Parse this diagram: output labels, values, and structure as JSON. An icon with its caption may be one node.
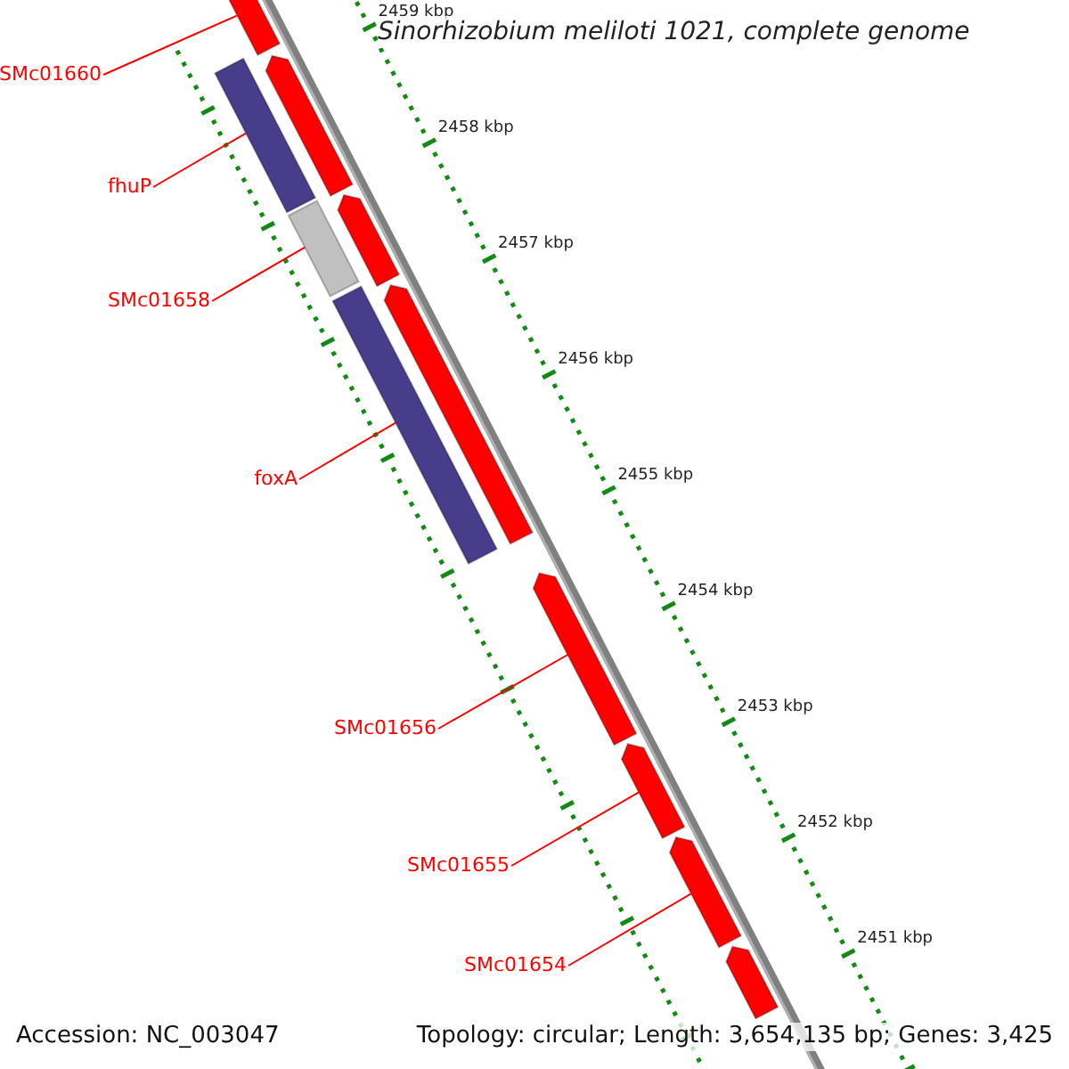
{
  "diagram": {
    "title": "Sinorhizobium meliloti 1021, complete genome",
    "nodes": [
      {
        "text": [
          "SMc01660"
        ]
      },
      {
        "text": [],
        "shape": "bar"
      },
      {
        "text": [
          "fhuP"
        ]
      },
      {
        "text": [],
        "shape": "bar"
      },
      {
        "text": [],
        "shape": "bar"
      },
      {
        "text": [
          "SMc01658"
        ]
      },
      {
        "text": [],
        "shape": "bar"
      },
      {
        "text": [],
        "shape": "bar"
      },
      {
        "text": [
          "foxA"
        ]
      },
      {
        "text": [],
        "shape": "bar"
      },
      {
        "text": [],
        "shape": "bar"
      },
      {
        "text": [
          "SMc01656"
        ]
      },
      {
        "text": [],
        "shape": "bar"
      },
      {
        "text": [
          "SMc01655"
        ]
      },
      {
        "text": [],
        "shape": "bar"
      },
      {
        "text": [
          "SMc01654"
        ]
      },
      {
        "text": [],
        "shape": "bar"
      },
      {
        "text": [],
        "shape": "bar"
      }
    ],
    "edges": [
      {
        "from": 0,
        "to": 1,
        "arrow": "none"
      },
      {
        "from": 2,
        "to": 3,
        "arrow": "none"
      },
      {
        "from": 5,
        "to": 6,
        "arrow": "none"
      },
      {
        "from": 8,
        "to": 9,
        "arrow": "none"
      },
      {
        "from": 11,
        "to": 12,
        "arrow": "none"
      },
      {
        "from": 13,
        "to": 14,
        "arrow": "none"
      },
      {
        "from": 15,
        "to": 16,
        "arrow": "none"
      }
    ],
    "labels": [
      "2459 kbp",
      "2458 kbp",
      "2457 kbp",
      "2456 kbp",
      "2455 kbp",
      "2454 kbp",
      "2453 kbp",
      "2452 kbp",
      "2451 kbp",
      "Accession: NC_003047",
      "Topology: circular; Length: 3,654,135 bp; Genes: 3,425"
    ]
  }
}
